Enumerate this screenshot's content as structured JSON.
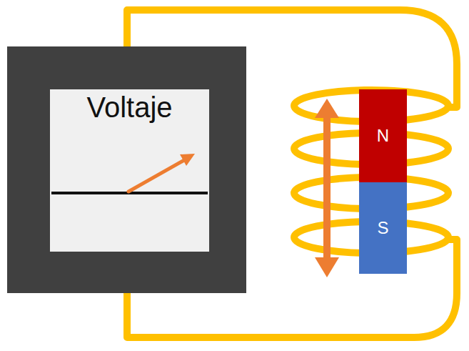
{
  "diagram": {
    "nodes": [
      {
        "text": [
          "Voltaje"
        ]
      },
      {
        "text": [
          "N"
        ]
      },
      {
        "text": [
          "S"
        ]
      }
    ]
  }
}
